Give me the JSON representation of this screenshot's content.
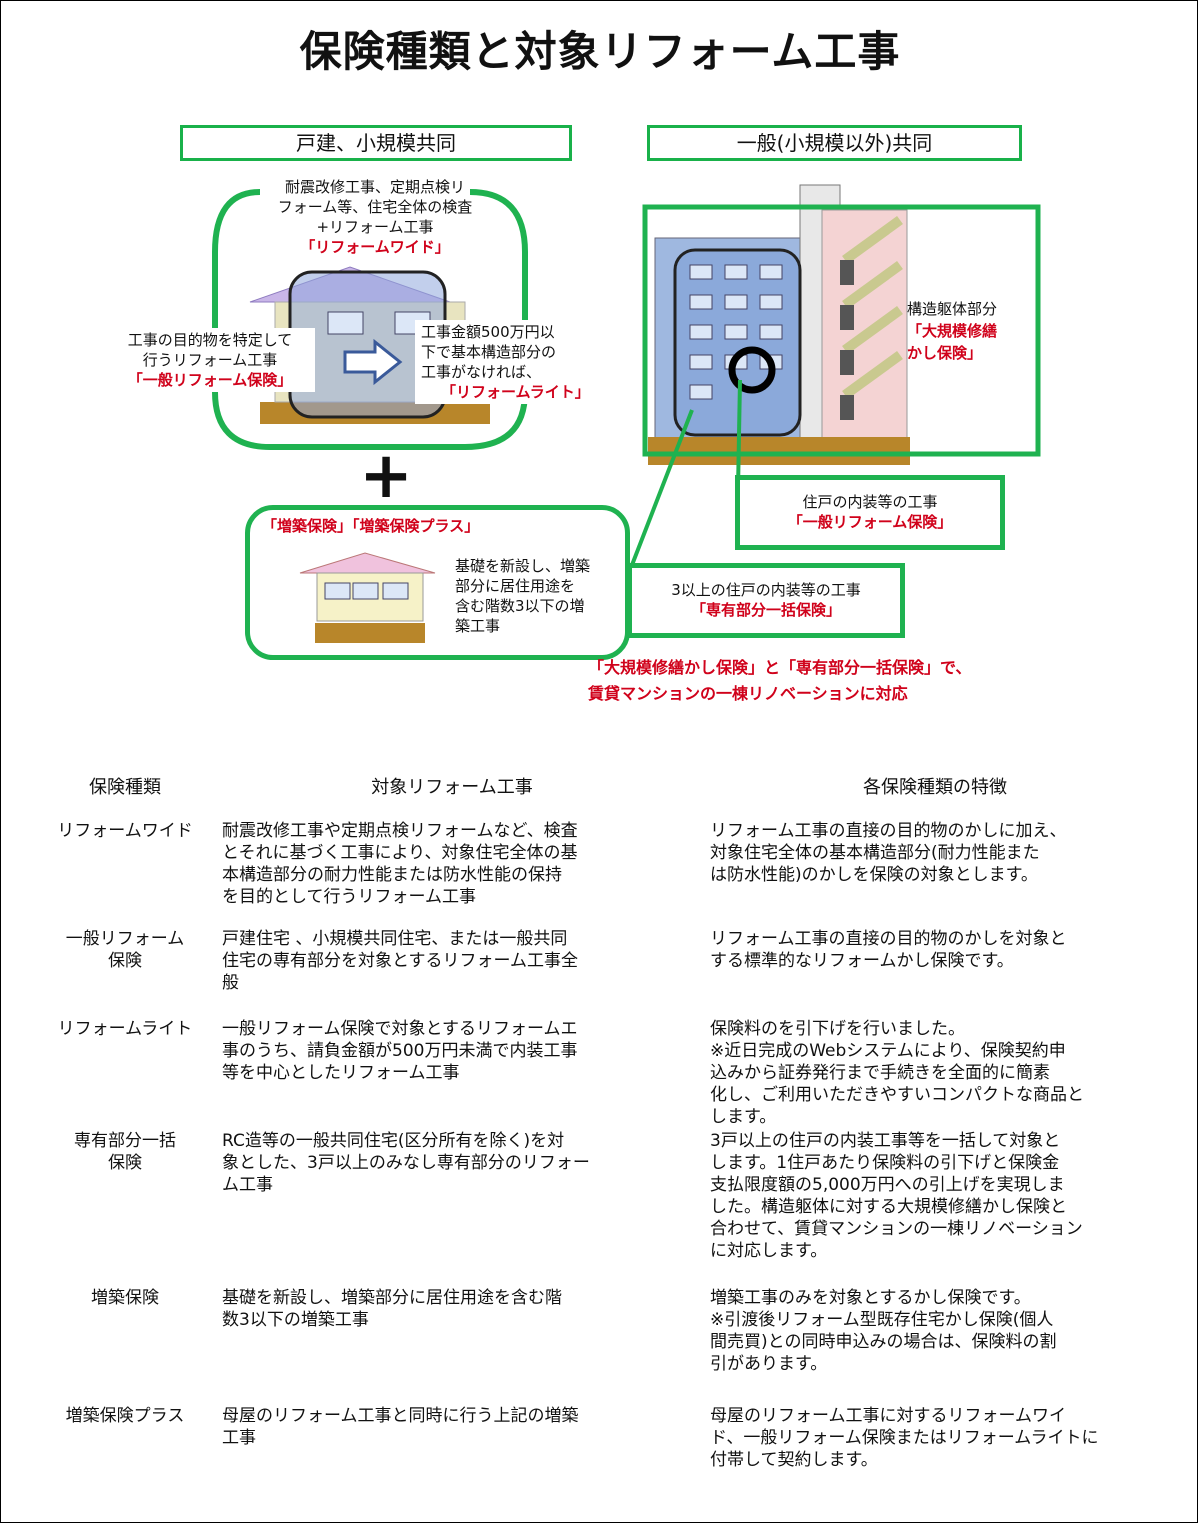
{
  "title": "保険種類と対象リフォーム工事",
  "left_panel": {
    "header": "戸建、小規模共同",
    "wide_text": [
      "耐震改修工事、定期点検リ",
      "フォーム等、住宅全体の検査",
      "+リフォーム工事"
    ],
    "wide_name": "「リフォームワイド」",
    "general_text": [
      "工事の目的物を特定して",
      "行うリフォーム工事"
    ],
    "general_name": "「一般リフォーム保険」",
    "light_text": [
      "工事金額500万円以",
      "下で基本構造部分の",
      "工事がなければ、"
    ],
    "light_name": "「リフォームライト」",
    "plus_symbol": "+",
    "extension_name": "「増築保険」「増築保険プラス」",
    "extension_text": [
      "基礎を新設し、増築",
      "部分に居住用途を",
      "含む階数3以下の増",
      "築工事"
    ]
  },
  "right_panel": {
    "header": "一般(小規模以外)共同",
    "structure_text": "構造躯体部分",
    "structure_name": [
      "「大規模修繕",
      "かし保険」"
    ],
    "interior_text": "住戸の内装等の工事",
    "interior_name": "「一般リフォーム保険」",
    "bulk_text": "3以上の住戸の内装等の工事",
    "bulk_name": "「専有部分一括保険」",
    "caption": [
      "「大規模修繕かし保険」と「専有部分一括保険」で、",
      "賃貸マンションの一棟リノベーションに対応"
    ]
  },
  "table": {
    "headers": [
      "保険種類",
      "対象リフォーム工事",
      "各保険種類の特徴"
    ],
    "rows": [
      {
        "type": [
          "リフォームワイド"
        ],
        "target": [
          "耐震改修工事や定期点検リフォームなど、検査",
          "とそれに基づく工事により、対象住宅全体の基",
          "本構造部分の耐力性能または防水性能の保持",
          "を目的として行うリフォーム工事"
        ],
        "feature": [
          "リフォーム工事の直接の目的物のかしに加え、",
          "対象住宅全体の基本構造部分(耐力性能また",
          "は防水性能)のかしを保険の対象とします。"
        ]
      },
      {
        "type": [
          "一般リフォーム",
          "保険"
        ],
        "target": [
          "戸建住宅 、小規模共同住宅、または一般共同",
          "住宅の専有部分を対象とするリフォーム工事全",
          "般"
        ],
        "feature": [
          "リフォーム工事の直接の目的物のかしを対象と",
          "する標準的なリフォームかし保険です。"
        ]
      },
      {
        "type": [
          "リフォームライト"
        ],
        "target": [
          "一般リフォーム保険で対象とするリフォームエ",
          "事のうち、請負金額が500万円未満で内装工事",
          "等を中心としたリフォーム工事"
        ],
        "feature": [
          "保険料のを引下げを行いました。",
          "※近日完成のWebシステムにより、保険契約申",
          "込みから証券発行まで手続きを全面的に簡素",
          "化し、ご利用いただきやすいコンパクトな商品と",
          "します。"
        ]
      },
      {
        "type": [
          "専有部分一括",
          "保険"
        ],
        "target": [
          "RC造等の一般共同住宅(区分所有を除く)を対",
          "象とした、3戸以上のみなし専有部分のリフォー",
          "ム工事"
        ],
        "feature": [
          "3戸以上の住戸の内装工事等を一括して対象と",
          "します。1住戸あたり保険料の引下げと保険金",
          "支払限度額の5,000万円への引上げを実現しま",
          "した。構造躯体に対する大規模修繕かし保険と",
          "合わせて、賃貸マンションの一棟リノベーション",
          "に対応します。"
        ]
      },
      {
        "type": [
          "増築保険"
        ],
        "target": [
          "基礎を新設し、増築部分に居住用途を含む階",
          "数3以下の増築工事"
        ],
        "feature": [
          "増築工事のみを対象とするかし保険です。",
          "※引渡後リフォーム型既存住宅かし保険(個人",
          "間売買)との同時申込みの場合は、保険料の割",
          "引があります。"
        ]
      },
      {
        "type": [
          "増築保険プラス"
        ],
        "target": [
          "母屋のリフォーム工事と同時に行う上記の増築",
          "工事"
        ],
        "feature": [
          "母屋のリフォーム工事に対するリフォームワイ",
          "ド、一般リフォーム保険またはリフォームライトに",
          "付帯して契約します。"
        ]
      }
    ]
  },
  "colors": {
    "green": "#1fb250",
    "red": "#d0021b",
    "building_blue": "#9fb8e0",
    "building_pink": "#f4d3d3",
    "foundation": "#b8862a"
  }
}
